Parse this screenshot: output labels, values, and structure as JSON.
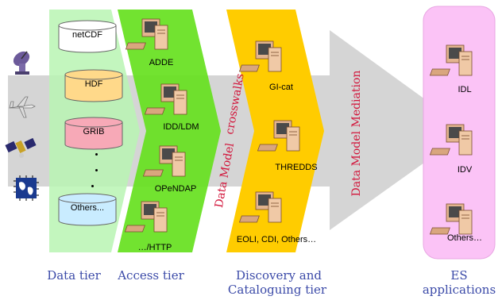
{
  "data_tier": {
    "formats": [
      "netCDF",
      "HDF",
      "GRIB",
      "Others..."
    ],
    "fill_colors": [
      "#ffffff",
      "#ffd98a",
      "#f7a9b7",
      "#c9ecff"
    ],
    "sources": [
      "satellite-dish-icon",
      "aircraft-icon",
      "satellite-icon",
      "earth-grid-icon"
    ]
  },
  "access_tier": {
    "services": [
      "ADDE",
      "IDD/LDM",
      "OPeNDAP",
      "…/HTTP"
    ]
  },
  "crosswalk_labels": {
    "data_model": "Data Model",
    "crosswalks": "crosswalks"
  },
  "discovery_tier": {
    "services": [
      "GI-cat",
      "THREDDS",
      "EOLI, CDI, Others…"
    ]
  },
  "mediation_label": "Data Model Mediation",
  "es_apps": {
    "items": [
      "IDL",
      "IDV",
      "Others…"
    ]
  },
  "tier_labels": {
    "data": "Data tier",
    "access": "Access tier",
    "discovery_1": "Discovery and",
    "discovery_2": "Cataloguing tier",
    "es_1": "ES",
    "es_2": "applications"
  },
  "colors": {
    "data_band": "#b8f5b3",
    "access_band": "#66e11e",
    "discovery_band": "#ffcc00",
    "apps_band": "#fbc3f6",
    "arrow": "#d5d5d5",
    "tier_text": "#3b4aa8",
    "mediation_text": "#d2143a"
  }
}
